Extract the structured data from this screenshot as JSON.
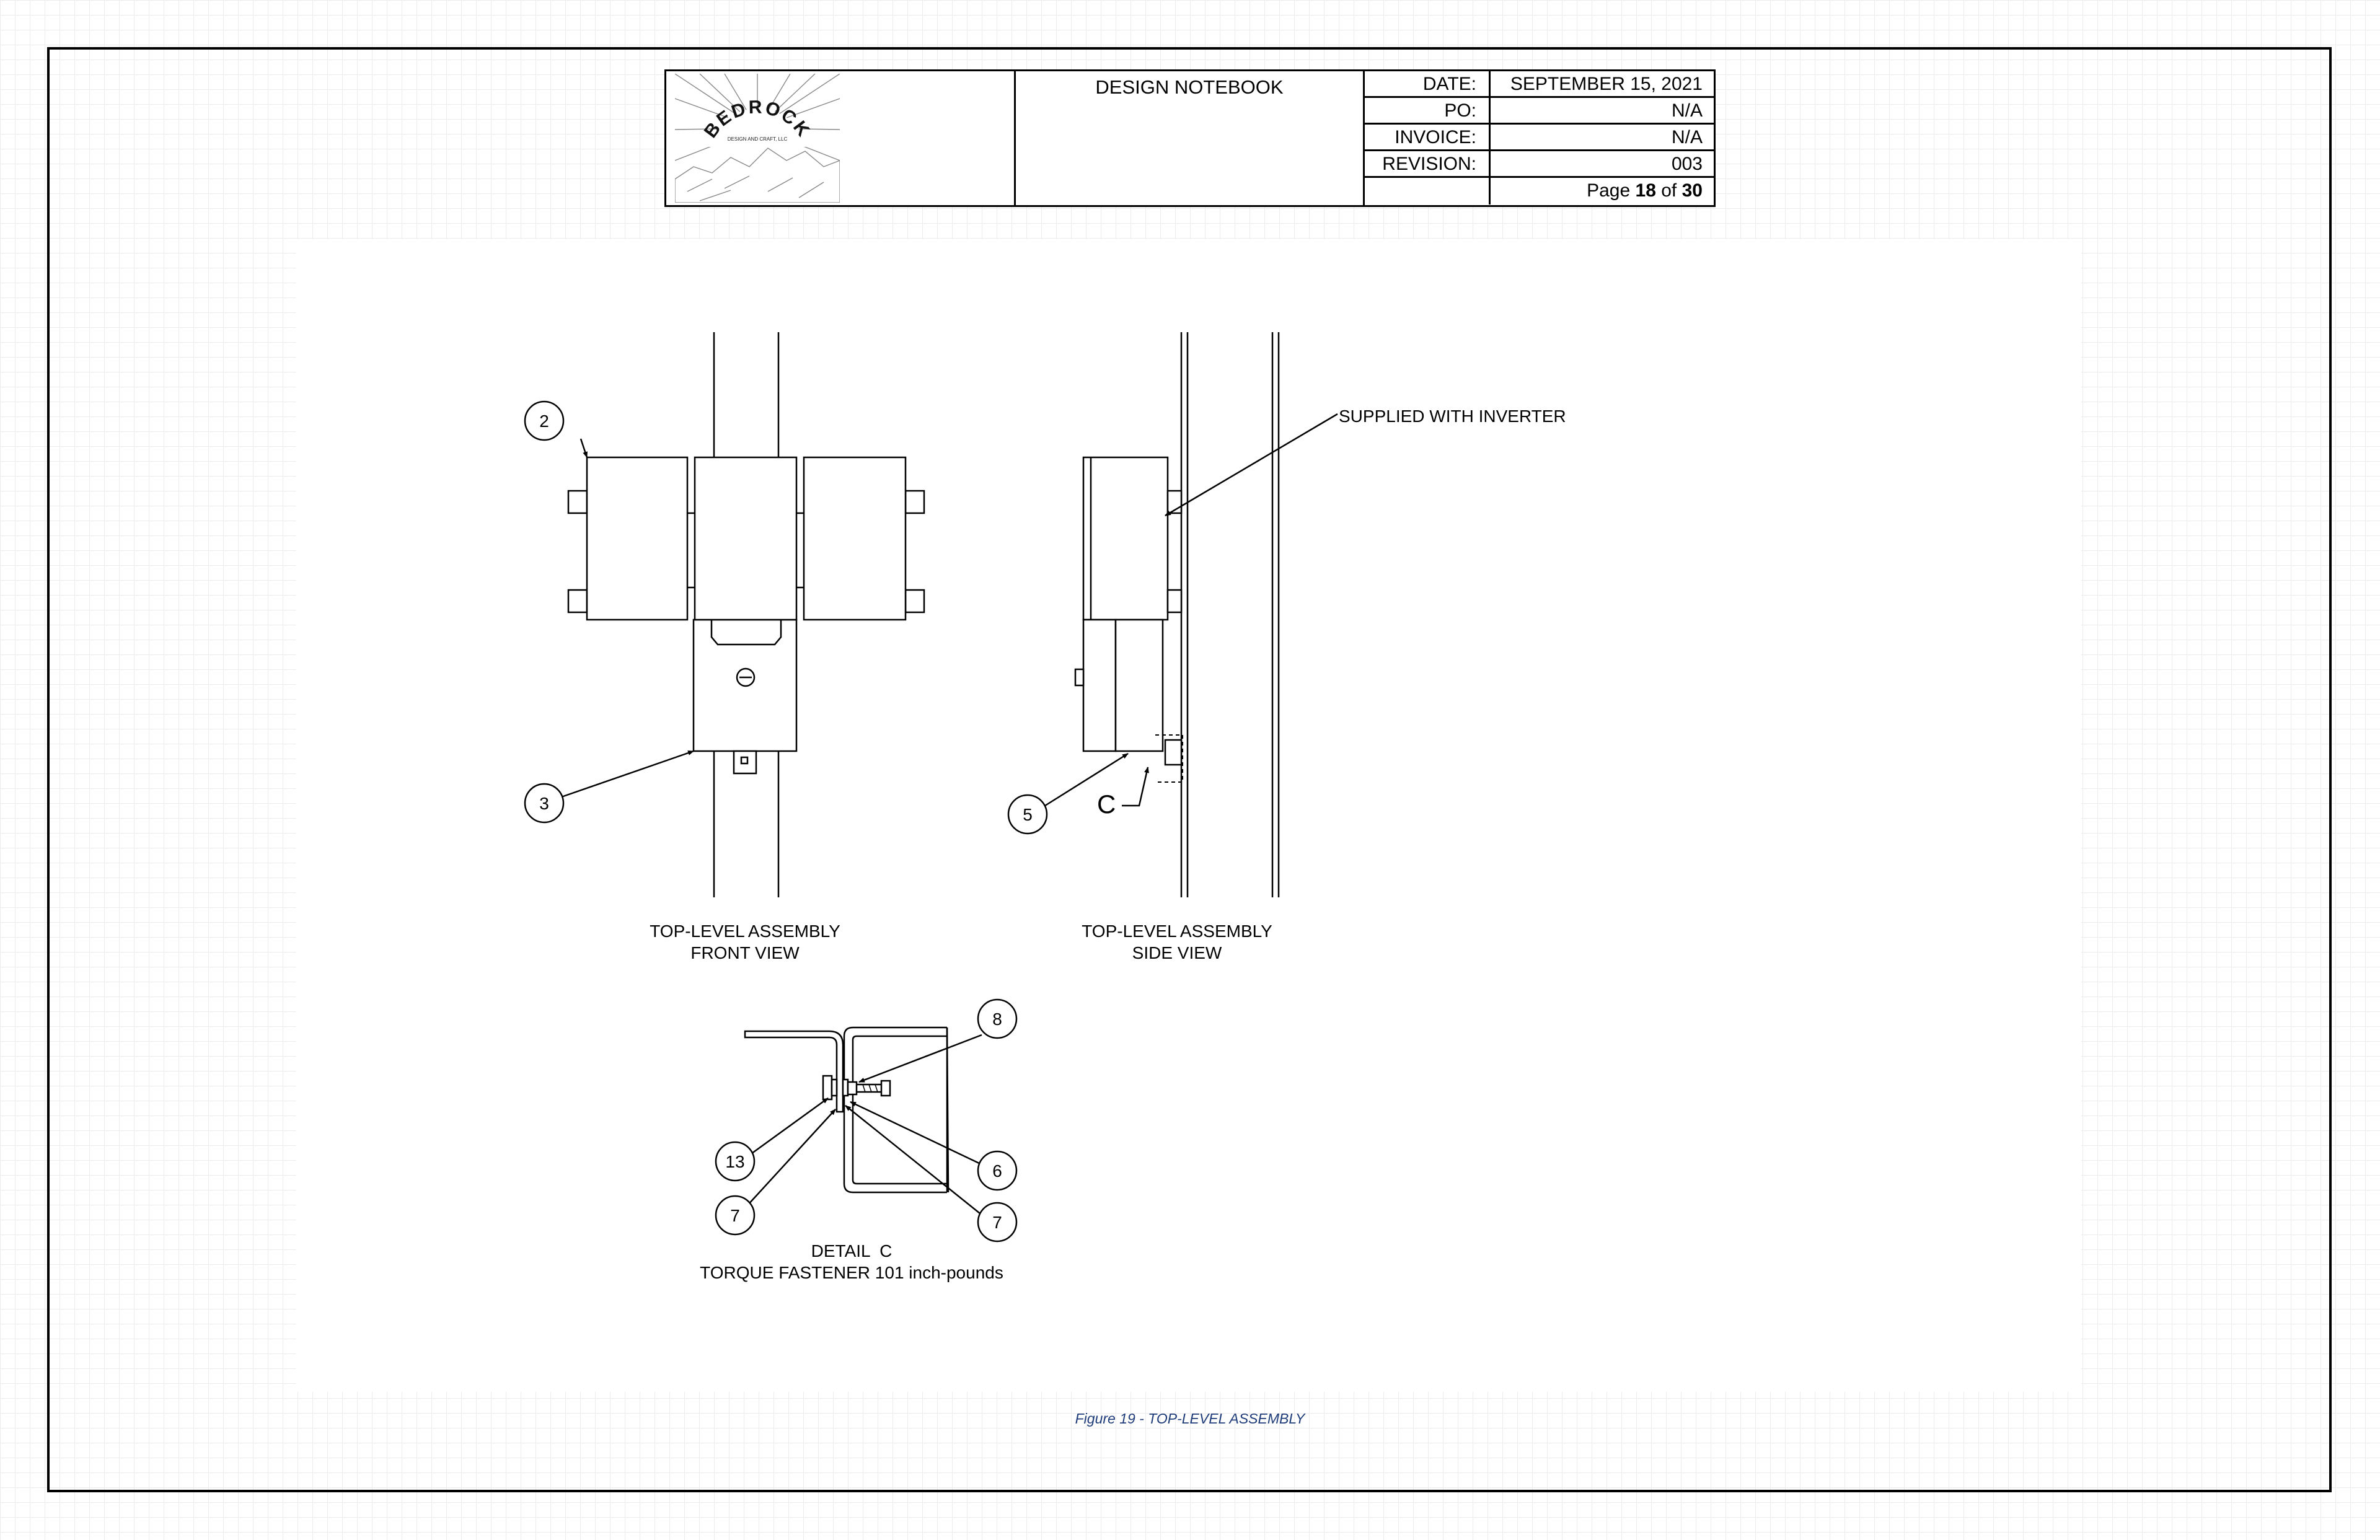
{
  "title_block": {
    "logo": {
      "name": "BEDROCK",
      "tagline": "DESIGN AND CRAFT, LLC"
    },
    "title": "DESIGN NOTEBOOK",
    "fields": [
      {
        "label": "DATE:",
        "value": "SEPTEMBER 15, 2021"
      },
      {
        "label": "PO:",
        "value": "N/A"
      },
      {
        "label": "INVOICE:",
        "value": "N/A"
      },
      {
        "label": "REVISION:",
        "value": "003"
      }
    ],
    "page": {
      "prefix": "Page",
      "current": "18",
      "sep": "of",
      "total": "30"
    }
  },
  "drawing": {
    "front_view": {
      "line1": "TOP-LEVEL ASSEMBLY",
      "line2": "FRONT VIEW",
      "balloons": [
        "2",
        "3"
      ]
    },
    "side_view": {
      "line1": "TOP-LEVEL ASSEMBLY",
      "line2": "SIDE VIEW",
      "balloons": [
        "5"
      ],
      "callout": "SUPPLIED WITH INVERTER",
      "detail_marker": "C"
    },
    "detail": {
      "line1": "DETAIL  C",
      "line2": "TORQUE FASTENER 101 inch-pounds",
      "balloons": [
        "8",
        "6",
        "7",
        "13",
        "7"
      ]
    }
  },
  "caption": "Figure 19 - TOP-LEVEL ASSEMBLY"
}
